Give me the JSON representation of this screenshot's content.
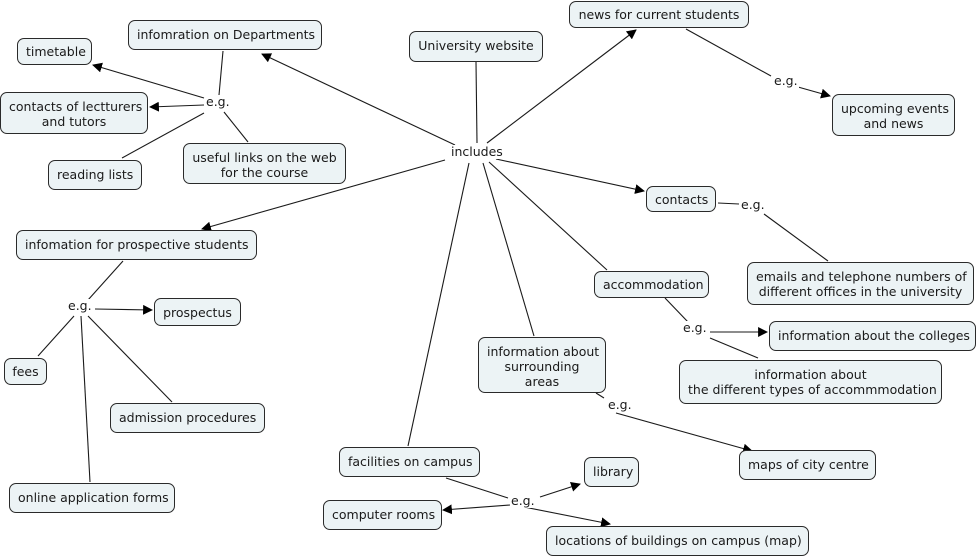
{
  "concept_map": {
    "root": "University website",
    "linking_phrases": {
      "includes": "includes",
      "eg": "e.g."
    },
    "nodes": {
      "university_website": "University website",
      "news_current": "news for current students",
      "upcoming_events": "upcoming events\nand news",
      "info_departments": "infomration on Departments",
      "timetable": "timetable",
      "contacts_lecturers": "contacts of lectturers\nand tutors",
      "reading_lists": "reading lists",
      "useful_links": "useful links on the web\nfor the course",
      "info_prospective": "infomation for prospective students",
      "prospectus": "prospectus",
      "fees": "fees",
      "admission": "admission procedures",
      "online_forms": "online application forms",
      "contacts": "contacts",
      "emails_phones": "emails and telephone numbers of\ndifferent offices in the university",
      "accommodation": "accommodation",
      "info_colleges": "information about the colleges",
      "info_accom_types": "information about\nthe different types of accommmodation",
      "info_surrounding": "information about\nsurrounding\nareas",
      "maps_city": "maps of city centre",
      "facilities": "facilities on campus",
      "library": "library",
      "computer_rooms": "computer rooms",
      "locations_buildings": "locations of buildings on campus (map)"
    }
  }
}
